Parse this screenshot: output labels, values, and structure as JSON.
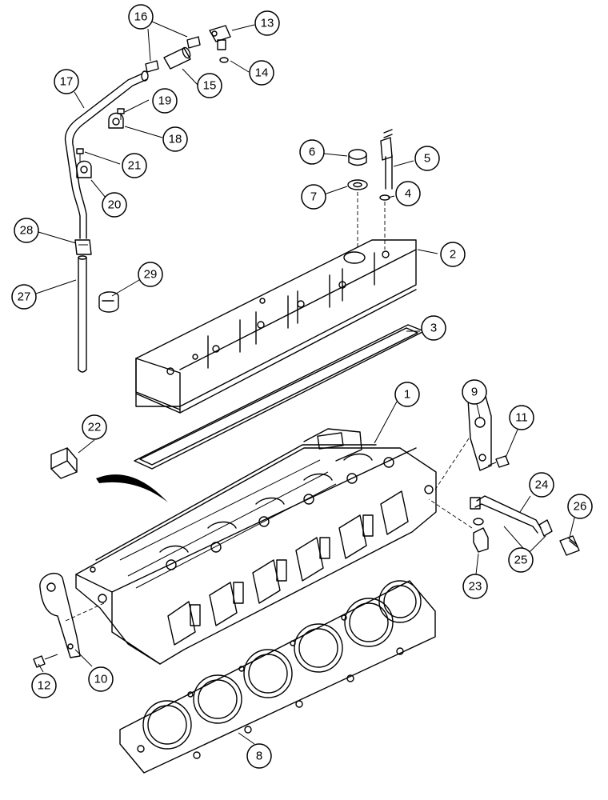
{
  "callouts": [
    {
      "label": "1"
    },
    {
      "label": "2"
    },
    {
      "label": "3"
    },
    {
      "label": "4"
    },
    {
      "label": "5"
    },
    {
      "label": "6"
    },
    {
      "label": "7"
    },
    {
      "label": "8"
    },
    {
      "label": "9"
    },
    {
      "label": "10"
    },
    {
      "label": "11"
    },
    {
      "label": "12"
    },
    {
      "label": "13"
    },
    {
      "label": "14"
    },
    {
      "label": "15"
    },
    {
      "label": "16"
    },
    {
      "label": "17"
    },
    {
      "label": "18"
    },
    {
      "label": "19"
    },
    {
      "label": "20"
    },
    {
      "label": "21"
    },
    {
      "label": "22"
    },
    {
      "label": "23"
    },
    {
      "label": "24"
    },
    {
      "label": "25"
    },
    {
      "label": "26"
    },
    {
      "label": "27"
    },
    {
      "label": "28"
    },
    {
      "label": "29"
    }
  ]
}
